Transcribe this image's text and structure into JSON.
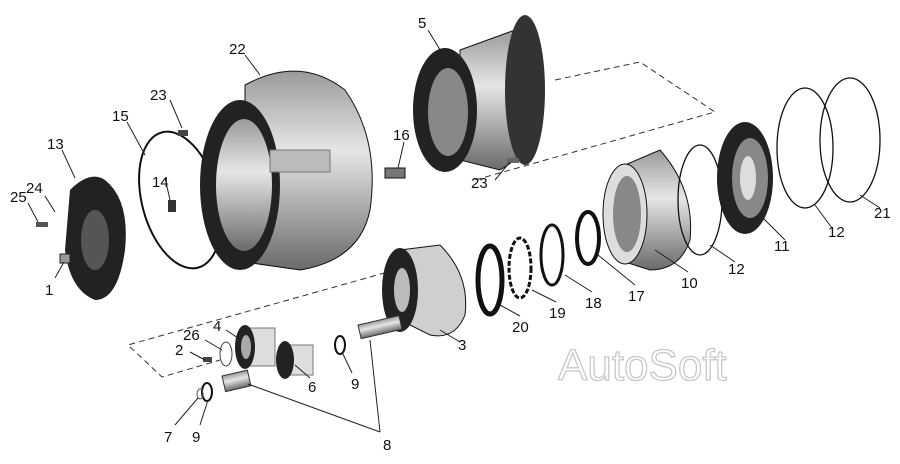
{
  "diagram": {
    "watermark": "AutoSoft",
    "labels": {
      "p22": "22",
      "p5": "5",
      "p23a": "23",
      "p15": "15",
      "p13": "13",
      "p16": "16",
      "p14": "14",
      "p24": "24",
      "p25": "25",
      "p1": "1",
      "p23b": "23",
      "p11": "11",
      "p12a": "12",
      "p21": "21",
      "p10": "10",
      "p12b": "12",
      "p17": "17",
      "p18": "18",
      "p19": "19",
      "p20": "20",
      "p3": "3",
      "p4": "4",
      "p26": "26",
      "p2": "2",
      "p9a": "9",
      "p6": "6",
      "p7": "7",
      "p9b": "9",
      "p8": "8"
    }
  }
}
